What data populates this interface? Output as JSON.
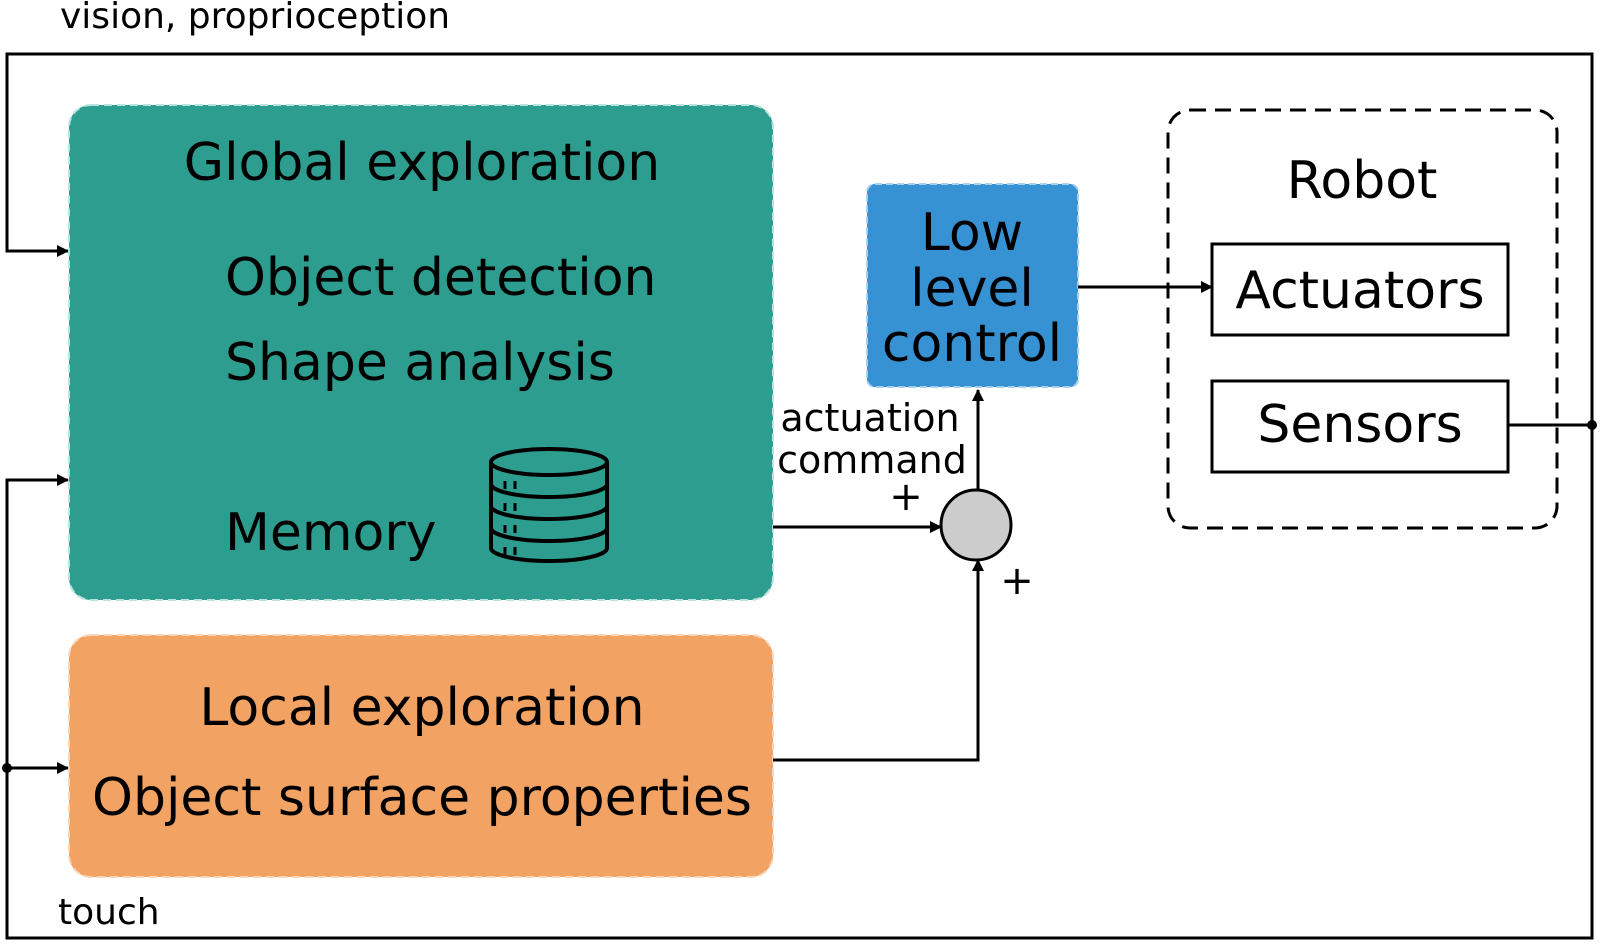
{
  "labels": {
    "vision": "vision, proprioception",
    "touch": "touch",
    "actuation_line1": "actuation",
    "actuation_line2": "command",
    "plus_top": "+",
    "plus_bottom": "+"
  },
  "global_block": {
    "title": "Global exploration",
    "items": [
      "Object detection",
      "Shape analysis",
      "Memory"
    ],
    "icon": "database-icon",
    "color": "#2c9d8f"
  },
  "local_block": {
    "title": "Local exploration",
    "item": "Object surface properties",
    "color": "#f2a262"
  },
  "low_level": {
    "lines": [
      "Low",
      "level",
      "control"
    ],
    "color": "#3792d4"
  },
  "robot": {
    "title": "Robot",
    "actuators": "Actuators",
    "sensors": "Sensors"
  },
  "summing_junction": {
    "color": "#cccccc"
  }
}
